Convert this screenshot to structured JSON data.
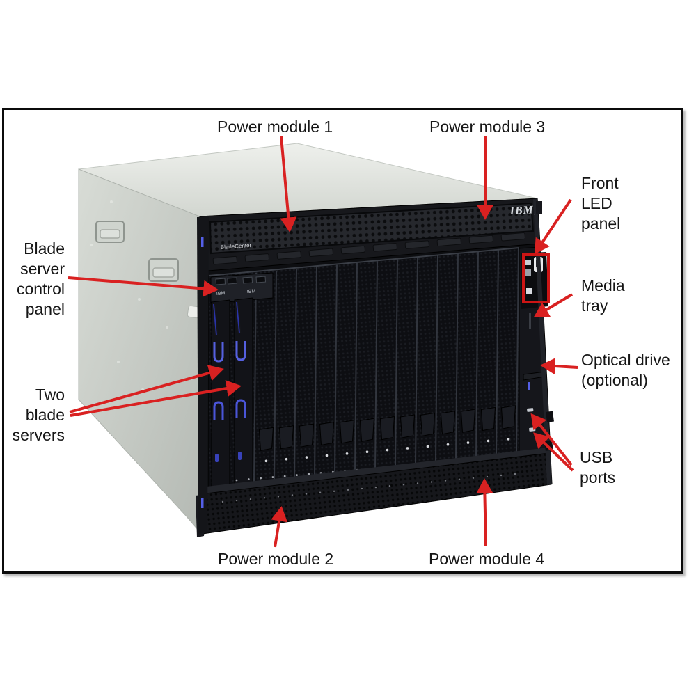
{
  "figure": {
    "background": "#ffffff",
    "frame_border": "#0b0b0b"
  },
  "branding": {
    "logo": "IBM",
    "model_text": "BladeCenter"
  },
  "colors": {
    "arrow_red": "#d92121",
    "highlight_box_red": "#cc1515",
    "label_text": "#161616",
    "chassis_top": "#e3e7e2",
    "chassis_side": "#c9cec8",
    "chassis_front": "#0d0e11",
    "led_blue": "#5560e8"
  },
  "callouts": {
    "power_module_1": "Power module 1",
    "power_module_3": "Power module 3",
    "front_led_panel": "Front\nLED\npanel",
    "media_tray": "Media\ntray",
    "optical_drive": "Optical drive\n(optional)",
    "usb_ports": "USB\nports",
    "blade_server_control_panel": "Blade\nserver\ncontrol\npanel",
    "two_blade_servers": "Two\nblade\nservers",
    "power_module_2": "Power module 2",
    "power_module_4": "Power module 4"
  }
}
